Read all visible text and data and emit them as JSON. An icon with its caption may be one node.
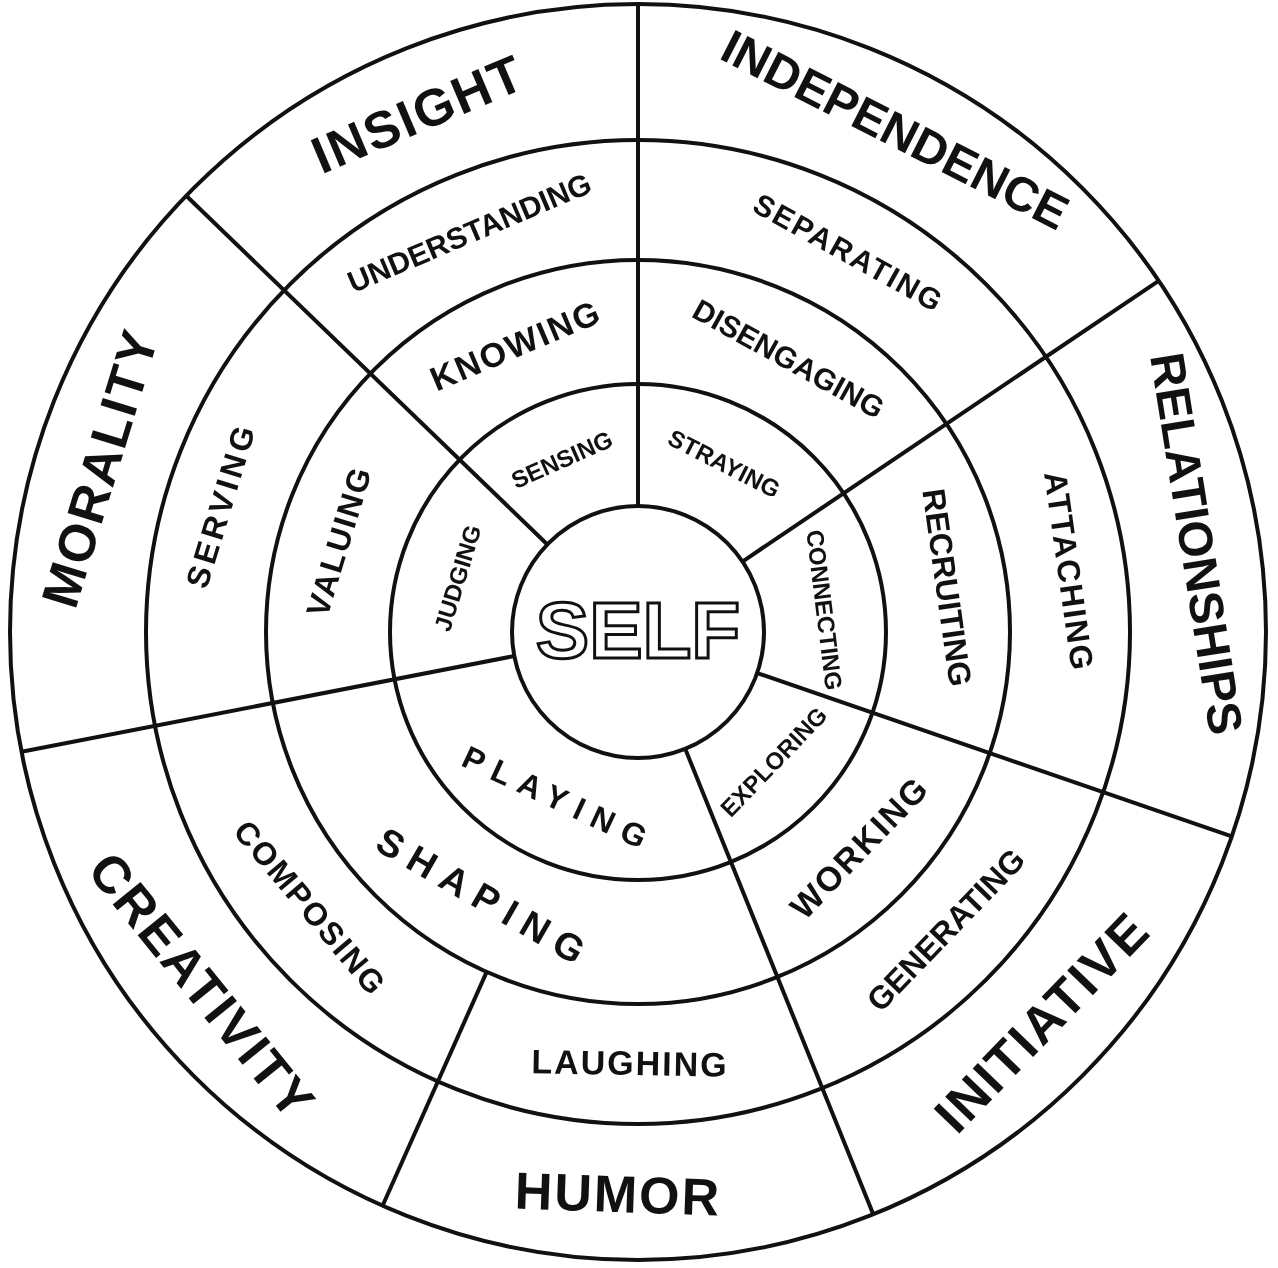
{
  "diagram": {
    "nodes": [
      {
        "text": [
          "SELF"
        ]
      },
      {
        "text": [
          "SENSING"
        ]
      },
      {
        "text": [
          "STRAYING"
        ]
      },
      {
        "text": [
          "CONNECTING"
        ]
      },
      {
        "text": [
          "EXPLORING"
        ]
      },
      {
        "text": [
          "PLAYING"
        ]
      },
      {
        "text": [
          "JUDGING"
        ]
      },
      {
        "text": [
          "KNOWING"
        ]
      },
      {
        "text": [
          "DISENGAGING"
        ]
      },
      {
        "text": [
          "RECRUITING"
        ]
      },
      {
        "text": [
          "WORKING"
        ]
      },
      {
        "text": [
          "SHAPING"
        ]
      },
      {
        "text": [
          "VALUING"
        ]
      },
      {
        "text": [
          "UNDERSTANDING"
        ]
      },
      {
        "text": [
          "SEPARATING"
        ]
      },
      {
        "text": [
          "ATTACHING"
        ]
      },
      {
        "text": [
          "GENERATING"
        ]
      },
      {
        "text": [
          "LAUGHING"
        ]
      },
      {
        "text": [
          "COMPOSING"
        ]
      },
      {
        "text": [
          "SERVING"
        ]
      },
      {
        "text": [
          "INSIGHT"
        ]
      },
      {
        "text": [
          "INDEPENDENCE"
        ]
      },
      {
        "text": [
          "RELATIONSHIPS"
        ]
      },
      {
        "text": [
          "INITIATIVE"
        ]
      },
      {
        "text": [
          "HUMOR"
        ]
      },
      {
        "text": [
          "CREATIVITY"
        ]
      },
      {
        "text": [
          "MORALITY"
        ]
      }
    ]
  }
}
